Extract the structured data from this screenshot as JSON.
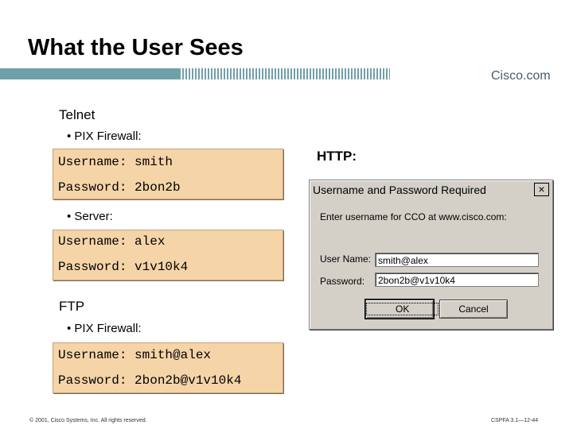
{
  "slide": {
    "title": "What the User Sees",
    "logo_text": "Cisco.com",
    "colors": {
      "header_bar": "#6fa0a8",
      "code_box": "#f5d4a8",
      "dialog": "#d4d0c8"
    }
  },
  "telnet": {
    "heading": "Telnet",
    "pix_bullet": "• PIX Firewall:",
    "pix_username": "Username: smith",
    "pix_password": "Password: 2bon2b",
    "server_bullet": "• Server:",
    "server_username": "Username: alex",
    "server_password": "Password: v1v10k4"
  },
  "ftp": {
    "heading": "FTP",
    "pix_bullet": "• PIX Firewall:",
    "username": "Username: smith@alex",
    "password": "Password: 2bon2b@v1v10k4"
  },
  "http": {
    "heading": "HTTP:",
    "dialog": {
      "title": "Username and Password Required",
      "close_label": "×",
      "prompt": "Enter username for CCO at www.cisco.com:",
      "user_label": "User Name:",
      "user_value": "smith@alex",
      "password_label": "Password:",
      "password_value": "2bon2b@v1v10k4",
      "ok_label": "OK",
      "cancel_label": "Cancel"
    }
  },
  "footer": {
    "copyright": "© 2001, Cisco Systems, Inc. All rights reserved.",
    "course_ref": "CSPFA 3.1—12-44"
  }
}
